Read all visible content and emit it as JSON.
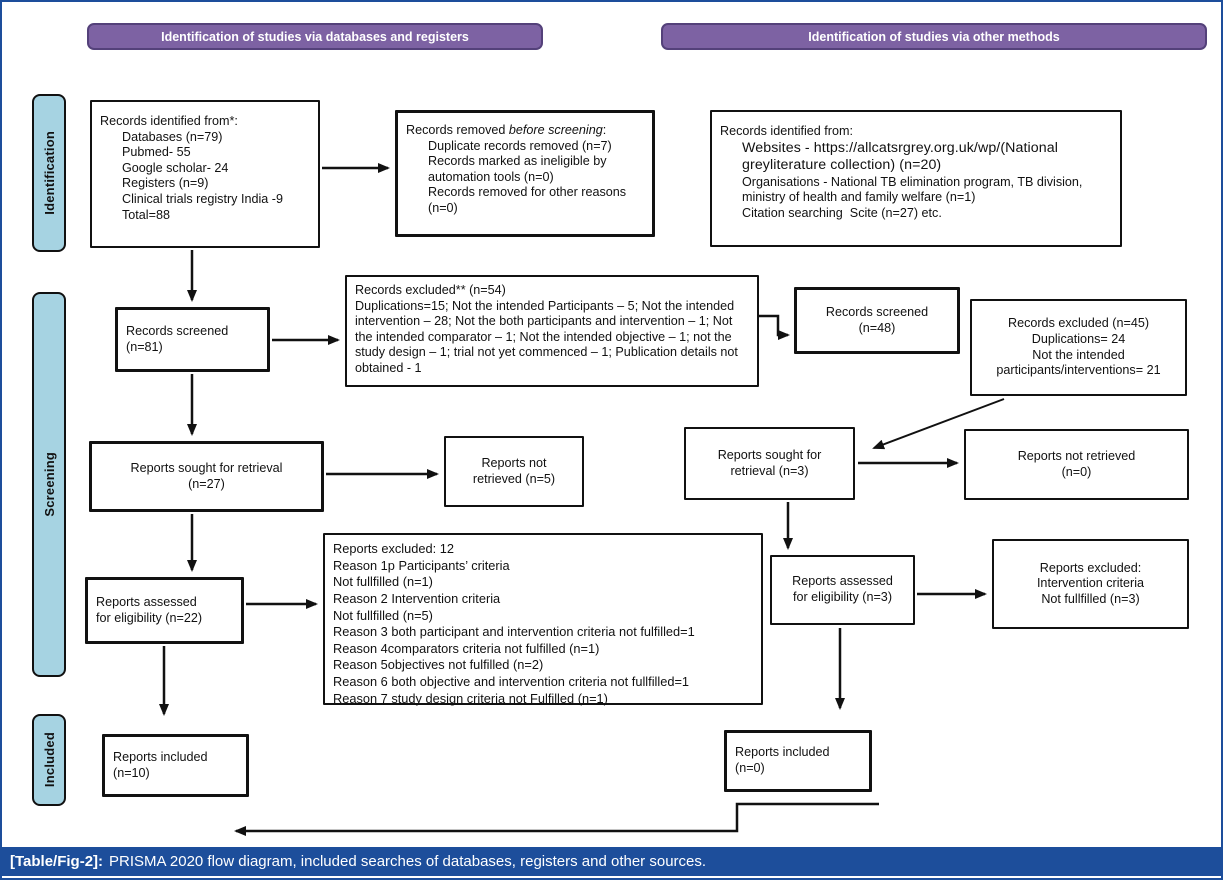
{
  "headers": {
    "left": "Identification of studies via databases and registers",
    "right": "Identification of studies via other methods"
  },
  "sidebar": {
    "identification": "Identification",
    "screening": "Screening",
    "included": "Included"
  },
  "boxes": {
    "records_identified_db": {
      "title": "Records identified from*:",
      "items": [
        "Databases (n=79)",
        "Pubmed- 55",
        "Google scholar- 24",
        "Registers (n=9)",
        "Clinical trials registry India -9",
        "Total=88"
      ]
    },
    "records_removed": {
      "title_prefix": "Records removed ",
      "title_italic": "before screening",
      "title_suffix": ":",
      "items": [
        "Duplicate records removed (n=7)",
        "Records marked as ineligible by automation tools (n=0)",
        "Records removed for other reasons (n=0)"
      ]
    },
    "records_identified_other": {
      "title": "Records identified from:",
      "websites": "Websites - https://allcatsrgrey.org.uk/wp/(National greyliterature collection) (n=20)",
      "organisations": "Organisations - National TB elimination program, TB division, ministry of health and family welfare (n=1)",
      "citation": "Citation searching  Scite (n=27) etc."
    },
    "records_screened_db": {
      "lines": [
        "Records screened",
        "(n=81)"
      ]
    },
    "records_excluded_db": {
      "title": "Records excluded** (n=54)",
      "detail": "Duplications=15; Not the intended Participants – 5; Not the intended intervention – 28; Not the both participants and intervention – 1; Not the intended comparator – 1; Not the intended objective – 1; not the study design – 1; trial not yet commenced – 1; Publication details not obtained - 1"
    },
    "records_screened_other": {
      "lines": [
        "Records screened",
        "(n=48)"
      ]
    },
    "records_excluded_other": {
      "lines": [
        "Records excluded (n=45)",
        "Duplications= 24",
        "Not the intended participants/interventions= 21"
      ]
    },
    "reports_sought_db": {
      "lines": [
        "Reports sought for retrieval",
        "(n=27)"
      ]
    },
    "reports_not_retrieved_db": {
      "lines": [
        "Reports not",
        "retrieved (n=5)"
      ]
    },
    "reports_sought_other": {
      "lines": [
        "Reports sought for",
        "retrieval (n=3)"
      ]
    },
    "reports_not_retrieved_other": {
      "lines": [
        "Reports not retrieved",
        "(n=0)"
      ]
    },
    "reports_assessed_db": {
      "lines": [
        "Reports assessed",
        "for eligibility (n=22)"
      ]
    },
    "reports_excluded_db": {
      "lines": [
        "Reports excluded: 12",
        "Reason 1p Participants’ criteria",
        "Not fullfilled (n=1)",
        "Reason 2 Intervention criteria",
        "Not fullfilled (n=5)",
        "Reason 3 both participant and intervention criteria not fulfilled=1",
        "Reason 4comparators criteria not fulfilled (n=1)",
        "Reason 5objectives not fulfilled (n=2)",
        "Reason 6 both objective and intervention criteria not fullfilled=1",
        "Reason 7 study design criteria not Fulfilled (n=1)"
      ]
    },
    "reports_assessed_other": {
      "lines": [
        "Reports assessed",
        "for eligibility (n=3)"
      ]
    },
    "reports_excluded_other": {
      "lines": [
        "Reports excluded:",
        "Intervention criteria",
        "Not fullfilled (n=3)"
      ]
    },
    "reports_included_db": {
      "lines": [
        "Reports included",
        "(n=10)"
      ]
    },
    "reports_included_other": {
      "lines": [
        "Reports included",
        "(n=0)"
      ]
    }
  },
  "caption": {
    "label": "[Table/Fig-2]:",
    "text": "PRISMA 2020 flow diagram, included searches of databases, registers and other sources."
  },
  "colors": {
    "header_purple": "#7d62a3",
    "header_purple_border": "#54417a",
    "sidebar_blue": "#a6d3e2",
    "caption_blue": "#1d4e9b",
    "arrow_black": "#111111"
  }
}
